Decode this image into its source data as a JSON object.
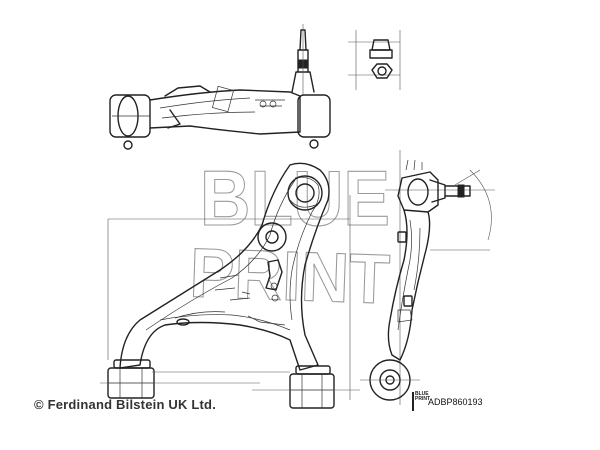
{
  "watermark": {
    "line1": "BLUE",
    "line2": "PRINT"
  },
  "copyright": "© Ferdinand Bilstein UK Ltd.",
  "part_number": "ADBP860193",
  "logo": {
    "line1": "BLUE",
    "line2": "PRINT"
  },
  "colors": {
    "ink": "#222222",
    "watermark": "#9a9a9a",
    "background": "#ffffff"
  }
}
